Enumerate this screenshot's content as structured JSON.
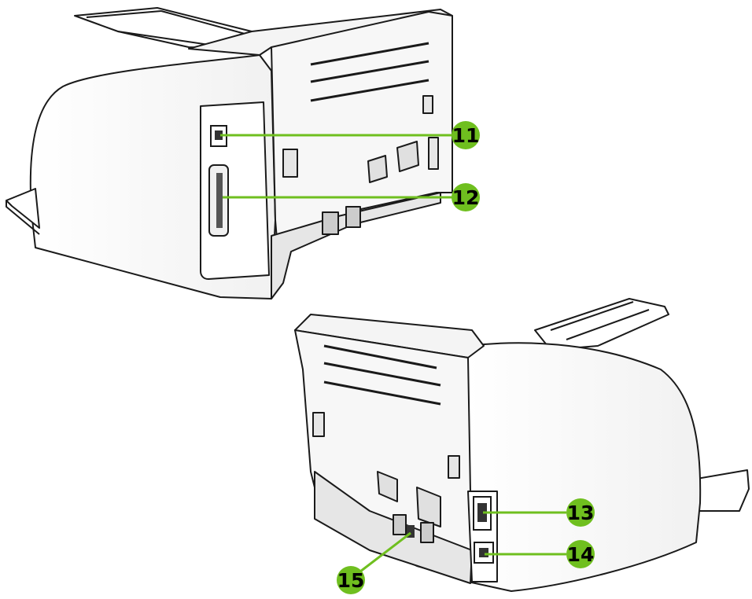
{
  "colors": {
    "callout_green": "#6fbf1f",
    "body_fill": "#ffffff",
    "outline": "#1a1a1a",
    "shade": "#d9d9d9"
  },
  "callouts": [
    {
      "id": "c11",
      "label": "11",
      "target": "usb-port"
    },
    {
      "id": "c12",
      "label": "12",
      "target": "parallel-port"
    },
    {
      "id": "c13",
      "label": "13",
      "target": "power-switch"
    },
    {
      "id": "c14",
      "label": "14",
      "target": "power-receptacle"
    },
    {
      "id": "c15",
      "label": "15",
      "target": "lock-slot"
    }
  ]
}
